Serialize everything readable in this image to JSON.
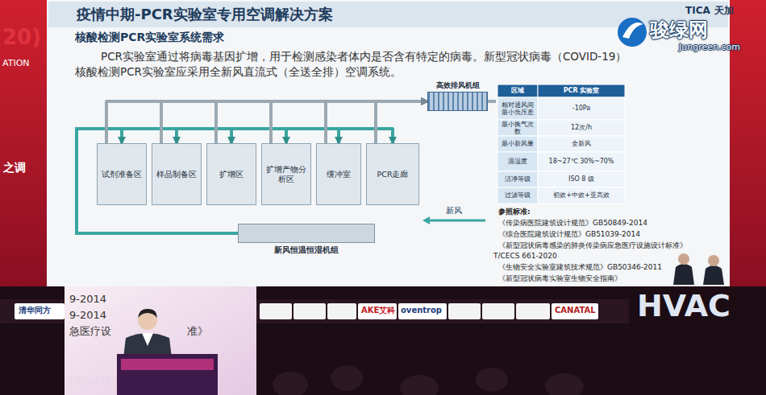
{
  "diagram": {
    "title": "疫情中期-PCR实验室专用空调解决方案",
    "nodes": [
      {
        "text": [
          "试剂准备区"
        ]
      },
      {
        "text": [
          "样品制备区"
        ]
      },
      {
        "text": [
          "扩增区"
        ]
      },
      {
        "text": [
          "扩增产物分析区"
        ]
      },
      {
        "text": [
          "缓冲室"
        ]
      },
      {
        "text": [
          "PCR走廊"
        ]
      },
      {
        "text": [
          "高效排风机组"
        ]
      },
      {
        "text": [
          "新风恒温恒湿机组"
        ]
      }
    ],
    "edges": [
      {
        "from": 7,
        "to": 0,
        "arrow": "to"
      },
      {
        "from": 7,
        "to": 1,
        "arrow": "to"
      },
      {
        "from": 7,
        "to": 2,
        "arrow": "to"
      },
      {
        "from": 7,
        "to": 3,
        "arrow": "to"
      },
      {
        "from": 7,
        "to": 4,
        "arrow": "to"
      },
      {
        "from": 7,
        "to": 5,
        "arrow": "to"
      },
      {
        "from": 0,
        "to": 6,
        "arrow": "to"
      },
      {
        "from": 1,
        "to": 6,
        "arrow": "to"
      },
      {
        "from": 2,
        "to": 6,
        "arrow": "to"
      },
      {
        "from": 3,
        "to": 6,
        "arrow": "to"
      },
      {
        "from": 4,
        "to": 6,
        "arrow": "to"
      },
      {
        "from": 5,
        "to": 6,
        "arrow": "to"
      }
    ],
    "labels": [
      "TICA",
      "天加",
      "骏绿网",
      "Jungreen.com",
      "核酸检测PCR实验室系统需求",
      "PCR实验室通过将病毒基因扩增，用于检测感染者体内是否含有特定的病毒。新型冠状病毒（COVID-19）",
      "核酸检测PCR实验室应采用全新风直流式（全送全排）空调系统。",
      "区域",
      "PCR 实验室",
      "相对通风间最小负压差",
      "-10Pa",
      "最小换气次数",
      "12次/h",
      "最小新风量",
      "全新风",
      "温湿度",
      "18~27℃ 30%~70%",
      "洁净等级",
      "ISO 8 级",
      "过滤等级",
      "初效+中效+亚高效",
      "参照标准:",
      "《传染病医院建筑设计规范》GB50849-2014",
      "《综合医院建筑设计规范》GB51039-2014",
      "《新型冠状病毒感染的肺炎传染病应急医疗设施设计标准》",
      "T/CECS 661-2020",
      "《生物安全实验室建筑技术规范》GB50346-2011",
      "《新型冠状病毒实验室生物安全指南》",
      "新风",
      "20)",
      "ATION",
      "之调",
      "9-2014",
      "9-2014",
      "急医疗设",
      "准》",
      "GB5034",
      "清华同方",
      "AKE艾科",
      "oventrop",
      "CANATAL",
      "HVAC"
    ]
  }
}
